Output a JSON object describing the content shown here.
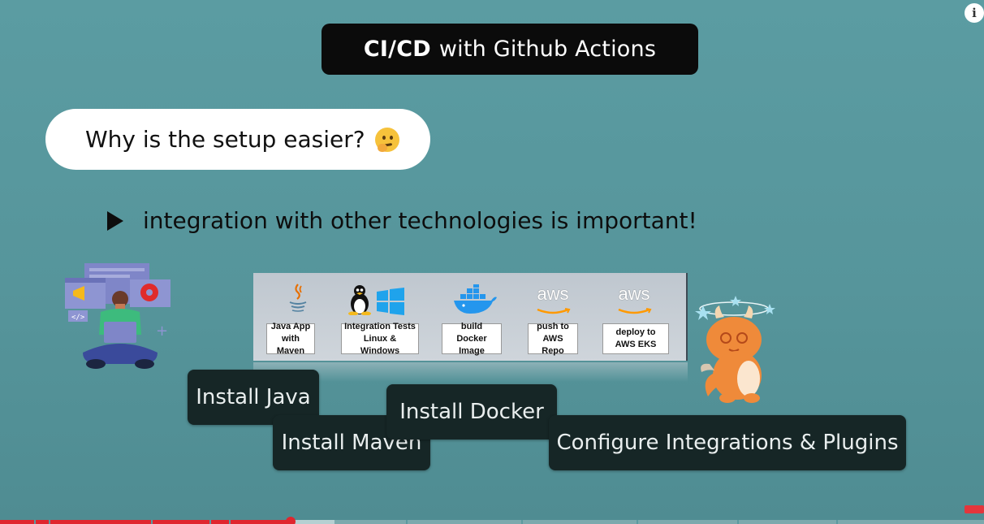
{
  "slide": {
    "title_bold": "CI/CD",
    "title_rest": "with Github Actions",
    "question": "Why is the setup easier?",
    "bullet": "integration with other technologies is important!"
  },
  "workflow": {
    "steps": [
      {
        "label_line1": "Java App",
        "label_line2": "with Maven",
        "icon": "java-cup-icon"
      },
      {
        "label_line1": "Integration Tests",
        "label_line2": "Linux & Windows",
        "icon": "linux-windows-icon"
      },
      {
        "label_line1": "build",
        "label_line2": "Docker Image",
        "icon": "docker-whale-icon"
      },
      {
        "label_line1": "push to",
        "label_line2": "AWS Repo",
        "icon": "aws-icon",
        "icon_text": "aws"
      },
      {
        "label_line1": "deploy to",
        "label_line2": "AWS EKS",
        "icon": "aws-icon",
        "icon_text": "aws"
      }
    ]
  },
  "tags": {
    "install_java": "Install Java",
    "install_maven": "Install Maven",
    "install_docker": "Install Docker",
    "configure": "Configure Integrations & Plugins"
  },
  "player": {
    "info_label": "i",
    "progress": 0.295,
    "buffered": 0.34
  },
  "colors": {
    "background": "#5a9aa0",
    "tag_bg": "#162626",
    "progress_red": "#e0262e"
  }
}
